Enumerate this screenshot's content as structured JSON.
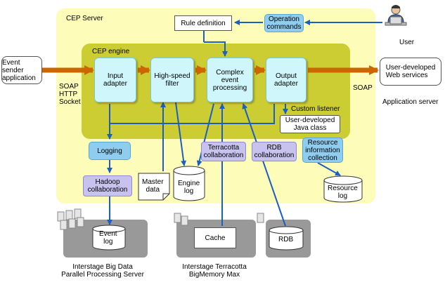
{
  "cep_server": {
    "title": "CEP Server"
  },
  "cep_engine": {
    "title": "CEP engine"
  },
  "components": {
    "input_adapter": "Input\nadapter",
    "high_speed_filter": "High-speed\nfilter",
    "complex_event_processing": "Complex\nevent\nprocessing",
    "output_adapter": "Output\nadapter",
    "logging": "Logging",
    "terracotta_collaboration": "Terracotta\ncollaboration",
    "rdb_collaboration": "RDB\ncollaboration",
    "resource_information_collection": "Resource\ninformation\ncollection",
    "hadoop_collaboration": "Hadoop\ncollaboration",
    "operation_commands": "Operation\ncommands",
    "rule_definition": "Rule definition",
    "custom_listener": "Custom listener",
    "user_developed_java_class": "User-developed\nJava class",
    "master_data": "Master\ndata",
    "engine_log": "Engine\nlog",
    "resource_log": "Resource\nlog",
    "event_log": "Event\nlog",
    "cache": "Cache",
    "rdb": "RDB"
  },
  "external": {
    "event_sender_application": "Event sender\napplication",
    "protocols_in": "SOAP\nHTTP\nSocket",
    "protocol_out": "SOAP",
    "user_developed_web_services": "User-developed\nWeb services",
    "application_server": "Application server",
    "user": "User",
    "big_data_server": "Interstage Big Data\nParallel Processing Server",
    "terracotta_bigmemory": "Interstage Terracotta\nBigMemory Max"
  }
}
